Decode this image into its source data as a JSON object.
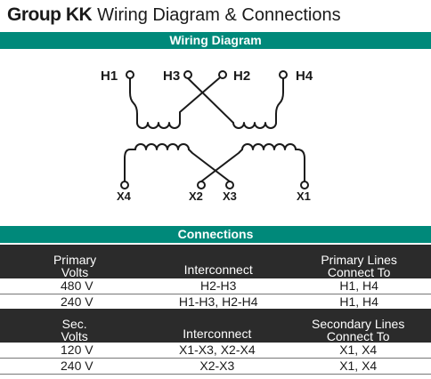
{
  "title": {
    "group": "Group KK",
    "rest": "Wiring Diagram & Connections"
  },
  "wiring_bar": "Wiring Diagram",
  "connections_bar": "Connections",
  "diagram": {
    "primary_labels": [
      "H1",
      "H3",
      "H2",
      "H4"
    ],
    "secondary_labels": [
      "X4",
      "X2",
      "X3",
      "X1"
    ]
  },
  "primary_table": {
    "headers": [
      "Primary\nVolts",
      "Interconnect",
      "Primary Lines\nConnect To"
    ],
    "rows": [
      [
        "480 V",
        "H2-H3",
        "H1, H4"
      ],
      [
        "240 V",
        "H1-H3, H2-H4",
        "H1, H4"
      ]
    ]
  },
  "secondary_table": {
    "headers": [
      "Sec.\nVolts",
      "Interconnect",
      "Secondary Lines\nConnect To"
    ],
    "rows": [
      [
        "120 V",
        "X1-X3, X2-X4",
        "X1, X4"
      ],
      [
        "240 V",
        "X2-X3",
        "X1, X4"
      ]
    ]
  }
}
